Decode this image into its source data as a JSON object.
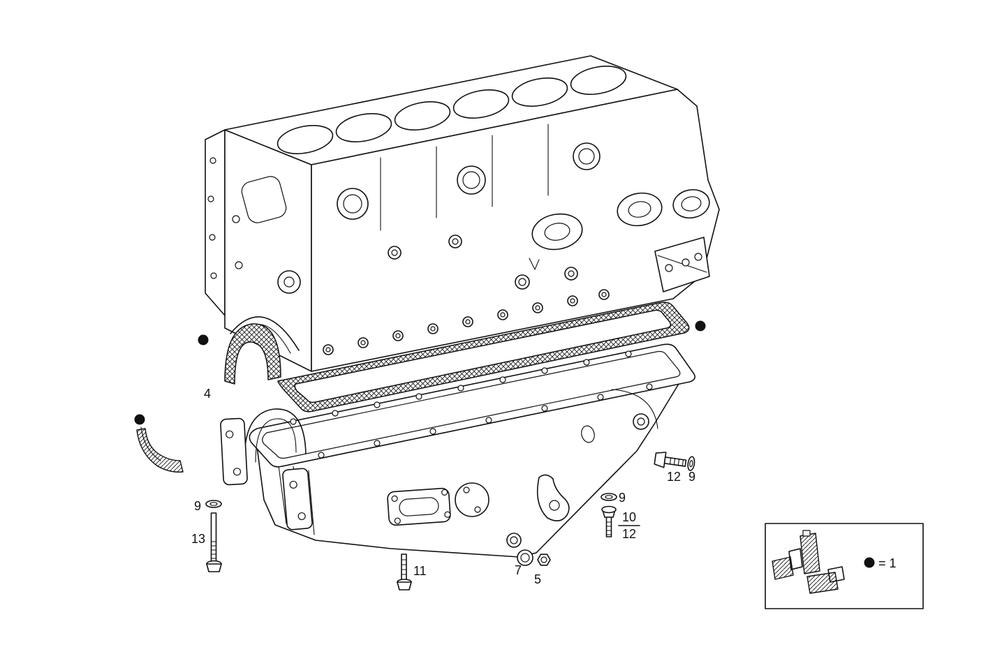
{
  "diagram": {
    "background_color": "#ffffff",
    "line_color": "#111111"
  },
  "callouts": {
    "part4": "4",
    "part5": "5",
    "part7": "7",
    "part9": "9",
    "part10": "10",
    "part11": "11",
    "part12": "12",
    "part13": "13"
  },
  "legend": {
    "bullet_symbol": "●",
    "equation": "= 1"
  }
}
